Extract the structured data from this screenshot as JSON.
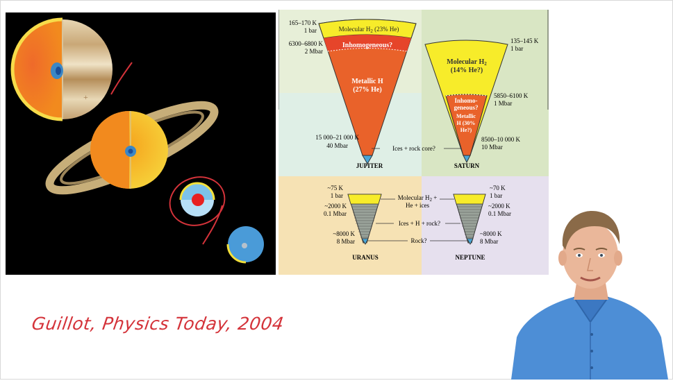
{
  "left_figure": {
    "planets": [
      "Jupiter",
      "Saturn",
      "Uranus",
      "Neptune"
    ]
  },
  "diagram": {
    "jupiter": {
      "name": "JUPITER",
      "top_temp": "165–170 K",
      "top_pressure": "1 bar",
      "layer1": "Molecular H",
      "layer1_sub": "2",
      "layer1_rest": " (23% He)",
      "inhomo": "Inhomogeneous?",
      "mid_temp": "6300–6800 K",
      "mid_pressure": "2 Mbar",
      "metal1": "Metallic H",
      "metal2": "(27% He)",
      "core_temp": "15 000–21 000 K",
      "core_pressure": "40 Mbar",
      "core_label": "Ices + rock core?"
    },
    "saturn": {
      "name": "SATURN",
      "top_temp": "135–145 K",
      "top_pressure": "1 bar",
      "mol1": "Molecular H",
      "mol1_sub": "2",
      "mol2": "(14% He?)",
      "inhomo1": "Inhomo-",
      "inhomo2": "geneous?",
      "metal1": "Metallic",
      "metal2": "H (30%",
      "metal3": "He?)",
      "mid_temp": "5850–6100 K",
      "mid_pressure": "1 Mbar",
      "core_temp": "8500–10 000 K",
      "core_pressure": "10 Mbar"
    },
    "uranus": {
      "name": "URANUS",
      "t1": "~75 K",
      "p1": "1 bar",
      "t2": "~2000 K",
      "p2": "0.1 Mbar",
      "t3": "~8000 K",
      "p3": "8 Mbar"
    },
    "neptune": {
      "name": "NEPTUNE",
      "t1": "~70 K",
      "p1": "1 bar",
      "t2": "~2000 K",
      "p2": "0.1 Mbar",
      "t3": "~8000 K",
      "p3": "8 Mbar"
    },
    "shared_labels": {
      "mol1": "Molecular H",
      "mol_sub": "2",
      "mol_rest": " +",
      "mol2": "He + ices",
      "ices": "Ices + H + rock?",
      "rock": "Rock?"
    }
  },
  "caption": "Guillot, Physics Today, 2004",
  "colors": {
    "ink_red": "#d4333a",
    "molecular_yellow": "#f7ec2a",
    "metallic_orange": "#e9622a",
    "core_blue": "#4aa6d6"
  }
}
